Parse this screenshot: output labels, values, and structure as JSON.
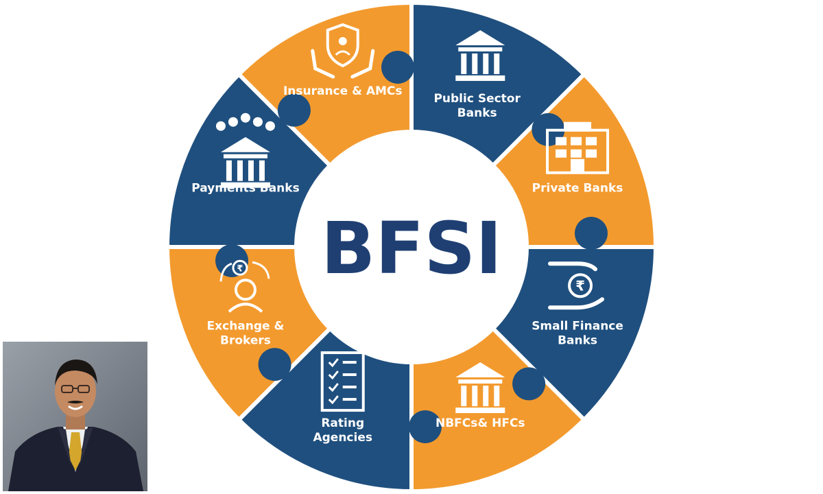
{
  "center": {
    "title": "BFSI"
  },
  "colors": {
    "blue": "#1f4f7e",
    "orange": "#f39a2e",
    "title": "#1f3f73",
    "white": "#ffffff"
  },
  "segments": [
    {
      "id": "public-sector-banks",
      "lines": [
        "Public Sector",
        "Banks"
      ],
      "color": "blue",
      "icon": "bank-building-icon"
    },
    {
      "id": "private-banks",
      "lines": [
        "Private Banks"
      ],
      "color": "orange",
      "icon": "office-building-icon"
    },
    {
      "id": "small-finance-banks",
      "lines": [
        "Small Finance",
        "Banks"
      ],
      "color": "blue",
      "icon": "rupee-hands-icon"
    },
    {
      "id": "nbfcs-hfcs",
      "lines": [
        "NBFCs& HFCs"
      ],
      "color": "orange",
      "icon": "bank-building-icon"
    },
    {
      "id": "rating-agencies",
      "lines": [
        "Rating",
        "Agencies"
      ],
      "color": "blue",
      "icon": "checklist-icon"
    },
    {
      "id": "exchange-brokers",
      "lines": [
        "Exchange &",
        "Brokers"
      ],
      "color": "orange",
      "icon": "broker-exchange-icon"
    },
    {
      "id": "payments-banks",
      "lines": [
        "Payments Banks"
      ],
      "color": "blue",
      "icon": "bank-with-coins-icon"
    },
    {
      "id": "insurance-amcs",
      "lines": [
        "Insurance & AMCs"
      ],
      "color": "orange",
      "icon": "shield-hands-icon"
    }
  ],
  "photo": {
    "icon": "person-portrait-icon"
  }
}
